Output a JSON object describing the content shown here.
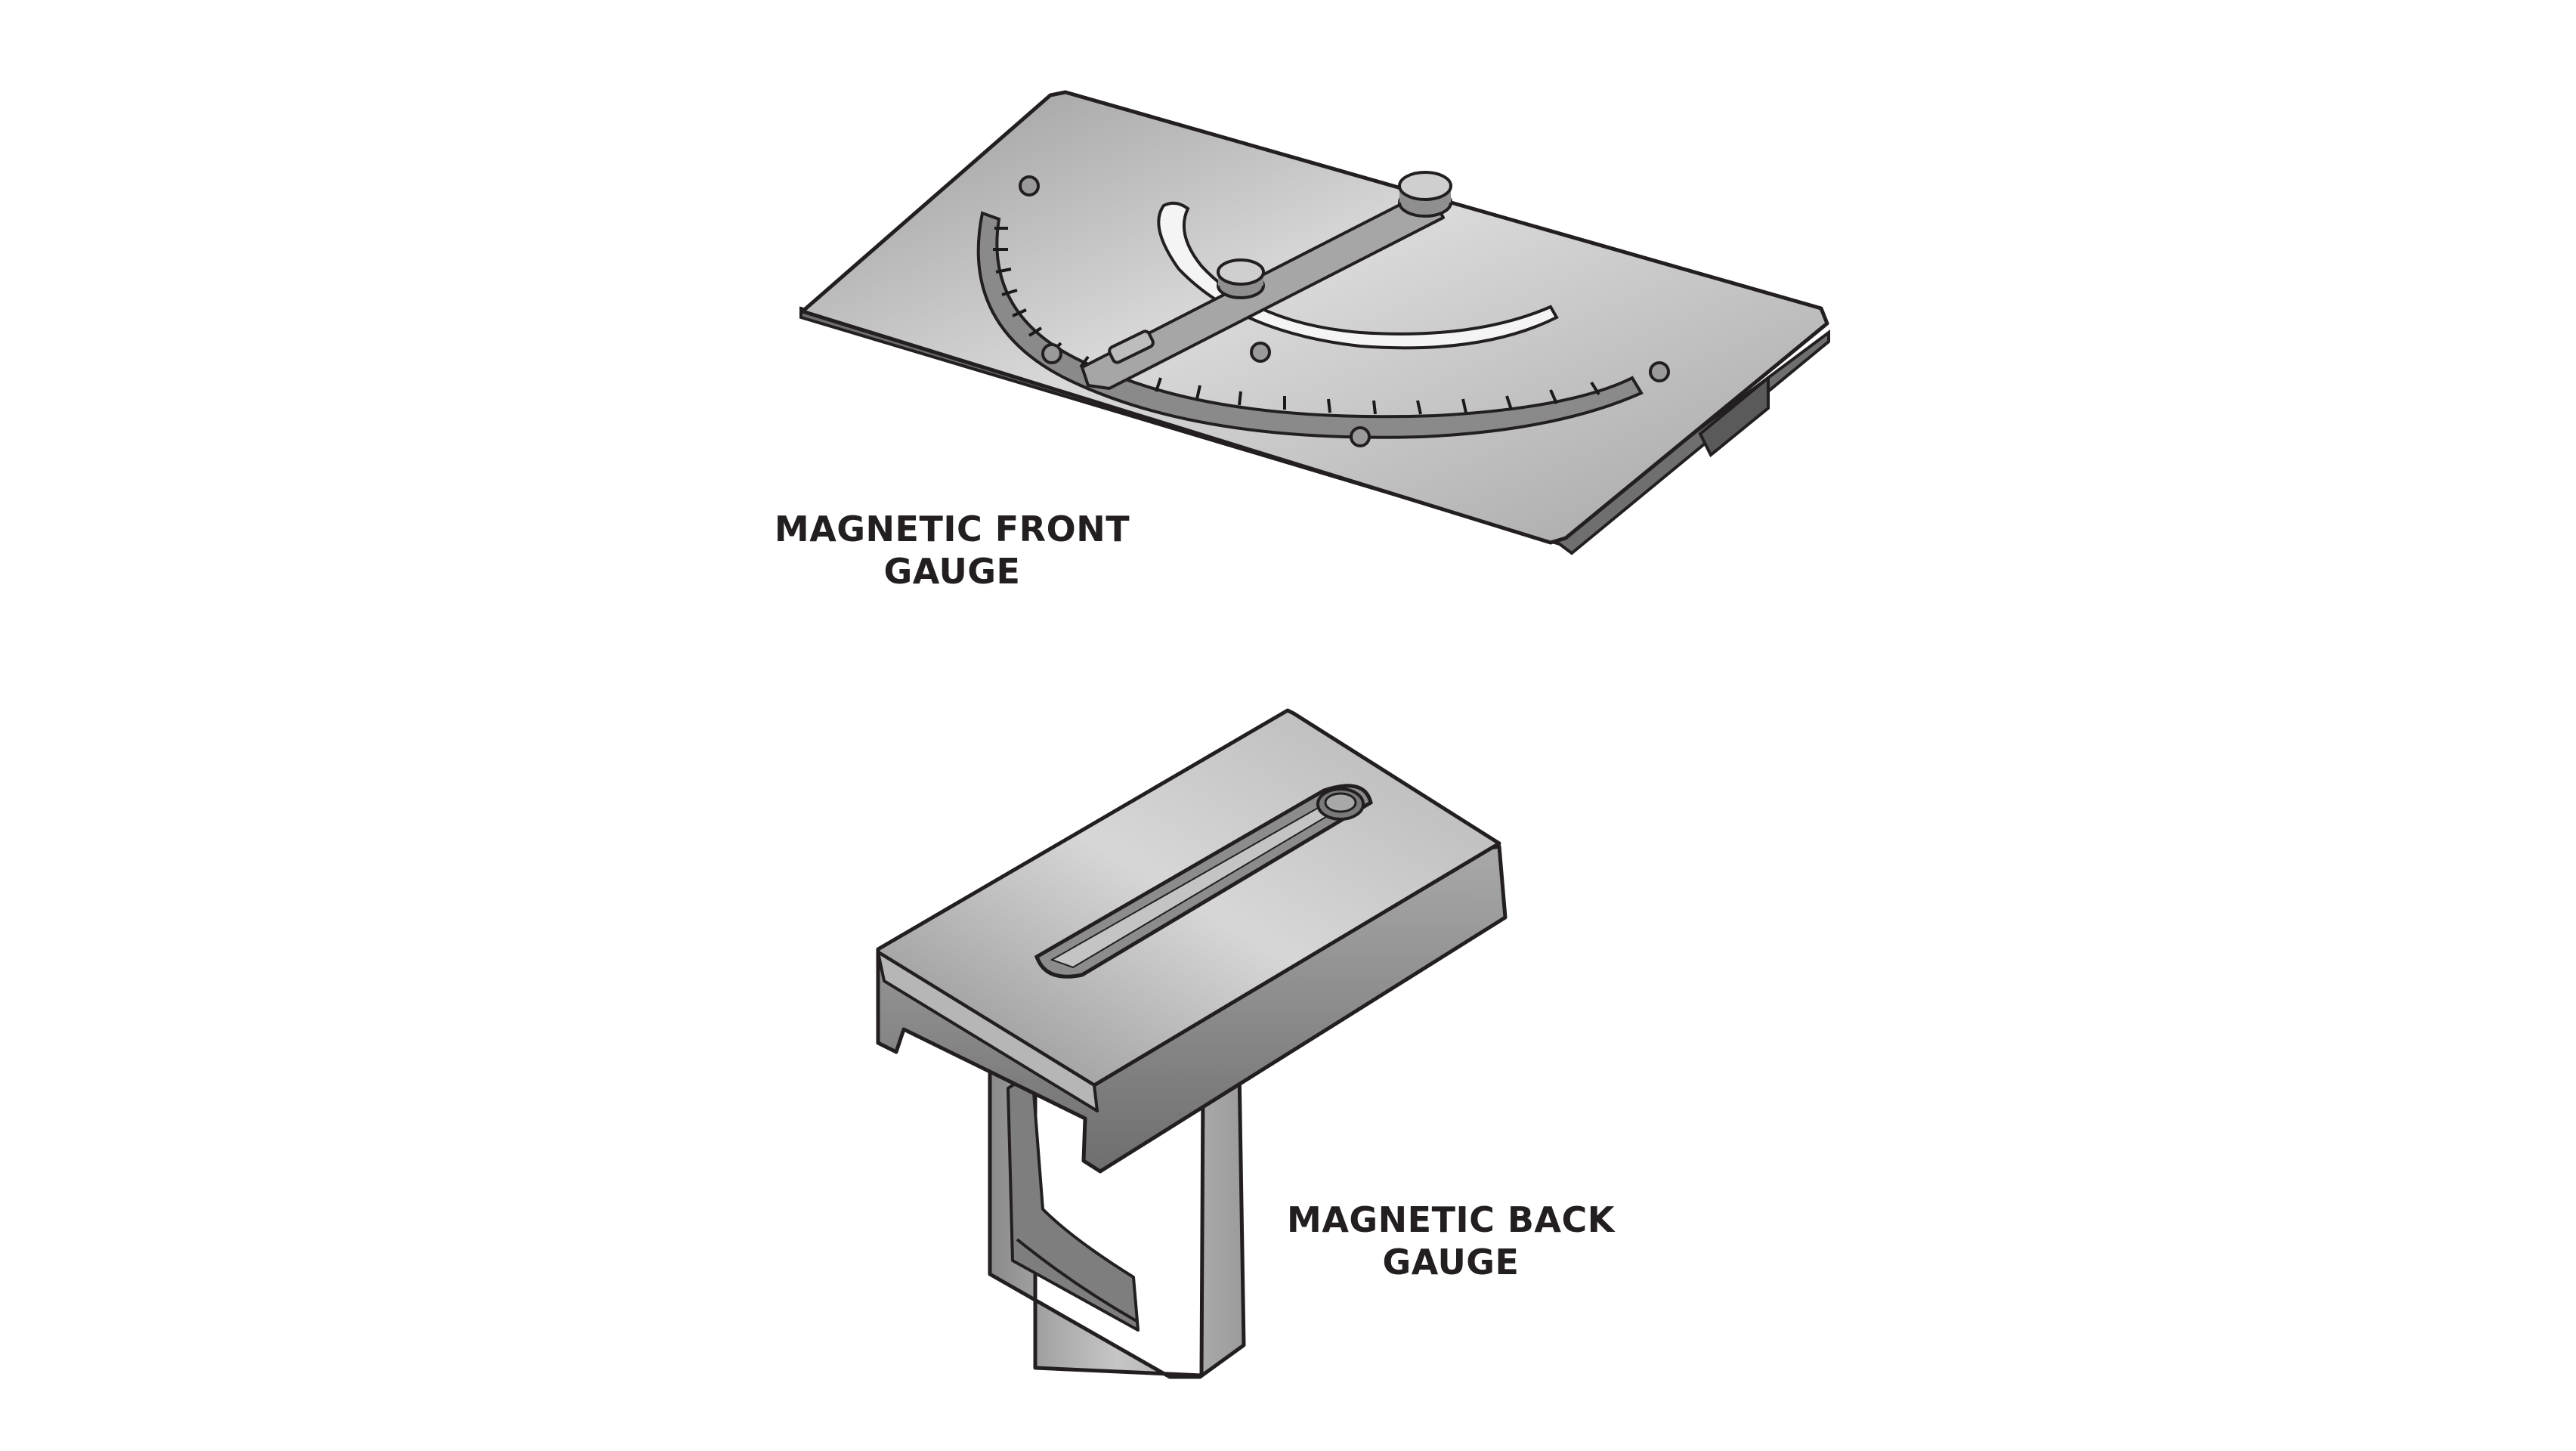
{
  "figure": {
    "front_gauge": {
      "caption_line1": "MAGNETIC FRONT",
      "caption_line2": "GAUGE"
    },
    "back_gauge": {
      "caption_line1": "MAGNETIC BACK",
      "caption_line2": "GAUGE"
    }
  },
  "colors": {
    "background": "#ffffff",
    "plate_light": "#d6d6d6",
    "plate_dark": "#8e8e8e",
    "outline": "#231f20",
    "caption_text": "#231f20"
  }
}
